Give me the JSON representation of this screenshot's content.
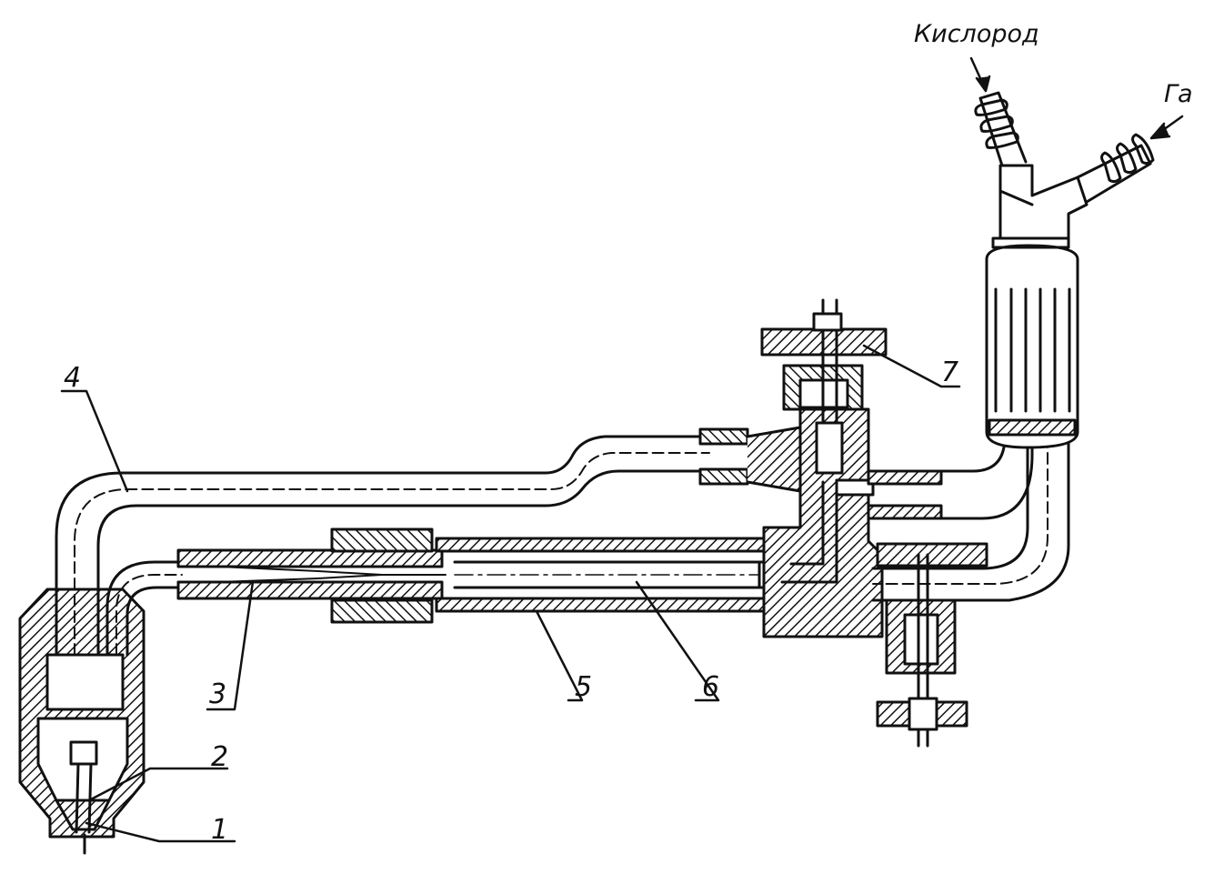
{
  "diagram": {
    "parts": [
      {
        "id": "1",
        "label": "1"
      },
      {
        "id": "2",
        "label": "2"
      },
      {
        "id": "3",
        "label": "3"
      },
      {
        "id": "4",
        "label": "4"
      },
      {
        "id": "5",
        "label": "5"
      },
      {
        "id": "6",
        "label": "6"
      },
      {
        "id": "7",
        "label": "7"
      }
    ],
    "inputs": {
      "oxygen": "Кислород",
      "gas": "Га"
    }
  }
}
